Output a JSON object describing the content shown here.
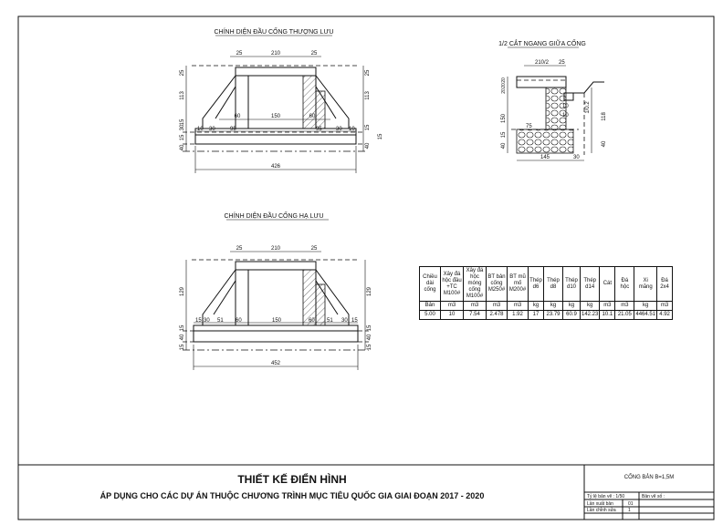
{
  "views": {
    "upstream_title": "CHÍNH DIỆN ĐẦU CỐNG THƯỢNG LƯU",
    "downstream_title": "CHÍNH DIỆN ĐẦU CỐNG HẠ LƯU",
    "section_title": "1/2 CẮT NGANG GIỮA CỐNG"
  },
  "dims": {
    "up": {
      "top": [
        "25",
        "210",
        "25"
      ],
      "mid": [
        "60",
        "150",
        "60"
      ],
      "bot": [
        "10",
        "30",
        "95",
        "95",
        "30",
        "10"
      ],
      "left": [
        "25",
        "113",
        "15",
        "30",
        "15",
        "40"
      ],
      "right": [
        "25",
        "113",
        "15",
        "40",
        "15"
      ],
      "total": "426"
    },
    "down": {
      "top": [
        "25",
        "210",
        "25"
      ],
      "row": [
        "15",
        "30",
        "51",
        "60",
        "150",
        "60",
        "51",
        "30",
        "15"
      ],
      "left": [
        "129",
        "15",
        "40",
        "15"
      ],
      "right": [
        "129",
        "15",
        "40",
        "15"
      ],
      "total": "452"
    },
    "sec": {
      "top": "210/2",
      "top2": "25",
      "left": [
        "20",
        "20",
        "20",
        "150",
        "15",
        "40"
      ],
      "right": [
        "1/0.2",
        "118",
        "40"
      ],
      "inner": [
        "75",
        "10",
        "10"
      ],
      "bottom": [
        "145",
        "30"
      ]
    }
  },
  "quantities": {
    "headers": [
      "Chiều dài cống",
      "Xây đá hộc đầu +TC M100#",
      "Xây đá hộc móng cống M100#",
      "BT bản cống M250#",
      "BT mũ mố M200#",
      "Thép d6",
      "Thép d8",
      "Thép d10",
      "Thép d14",
      "Cát",
      "Đá hộc",
      "Xi măng",
      "Đá 2x4"
    ],
    "units": [
      "Bản",
      "m3",
      "m3",
      "m3",
      "m3",
      "kg",
      "kg",
      "kg",
      "kg",
      "m3",
      "m3",
      "kg",
      "m3"
    ],
    "values": [
      "5.00",
      "10",
      "7.54",
      "2.478",
      "1.92",
      "17",
      "23.79",
      "60.9",
      "142.23",
      "10.1",
      "21.05",
      "4464.51",
      "4.92"
    ]
  },
  "title_block": {
    "main_title": "THIẾT KẾ ĐIỂN HÌNH",
    "subtitle": "ÁP DỤNG CHO CÁC DỰ ÁN THUỘC CHƯƠNG TRÌNH MỤC TIÊU QUỐC GIA GIAI ĐOẠN 2017 - 2020",
    "drawing_name": "CỐNG BẢN B=1,5M",
    "scale_label": "Tỷ lệ bản vẽ : 1/50",
    "sheet_label": "Bản vẽ số :",
    "rev1": "Lần xuất bản",
    "rev1_val": "01",
    "rev2": "Lần chỉnh sửa",
    "rev2_val": "1"
  }
}
